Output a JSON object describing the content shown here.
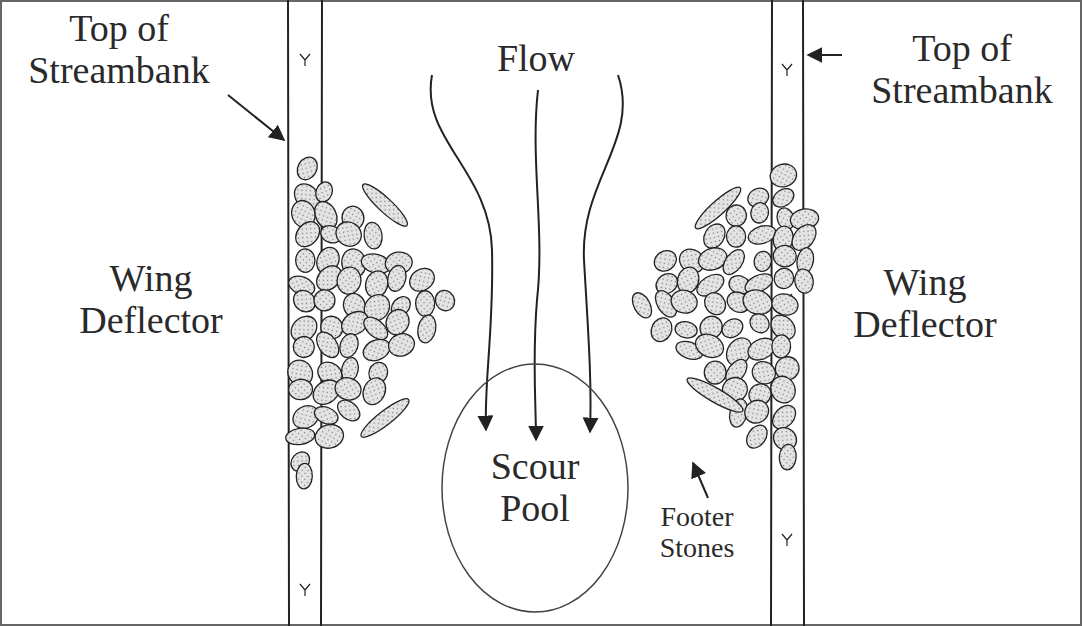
{
  "diagram": {
    "nodes": [
      {
        "text": [
          "Scour Pool"
        ]
      }
    ],
    "labels": [
      "Top of Streambank",
      "Flow",
      "Top of Streambank",
      "Wing Deflector",
      "Wing Deflector",
      "Footer Stones"
    ]
  }
}
